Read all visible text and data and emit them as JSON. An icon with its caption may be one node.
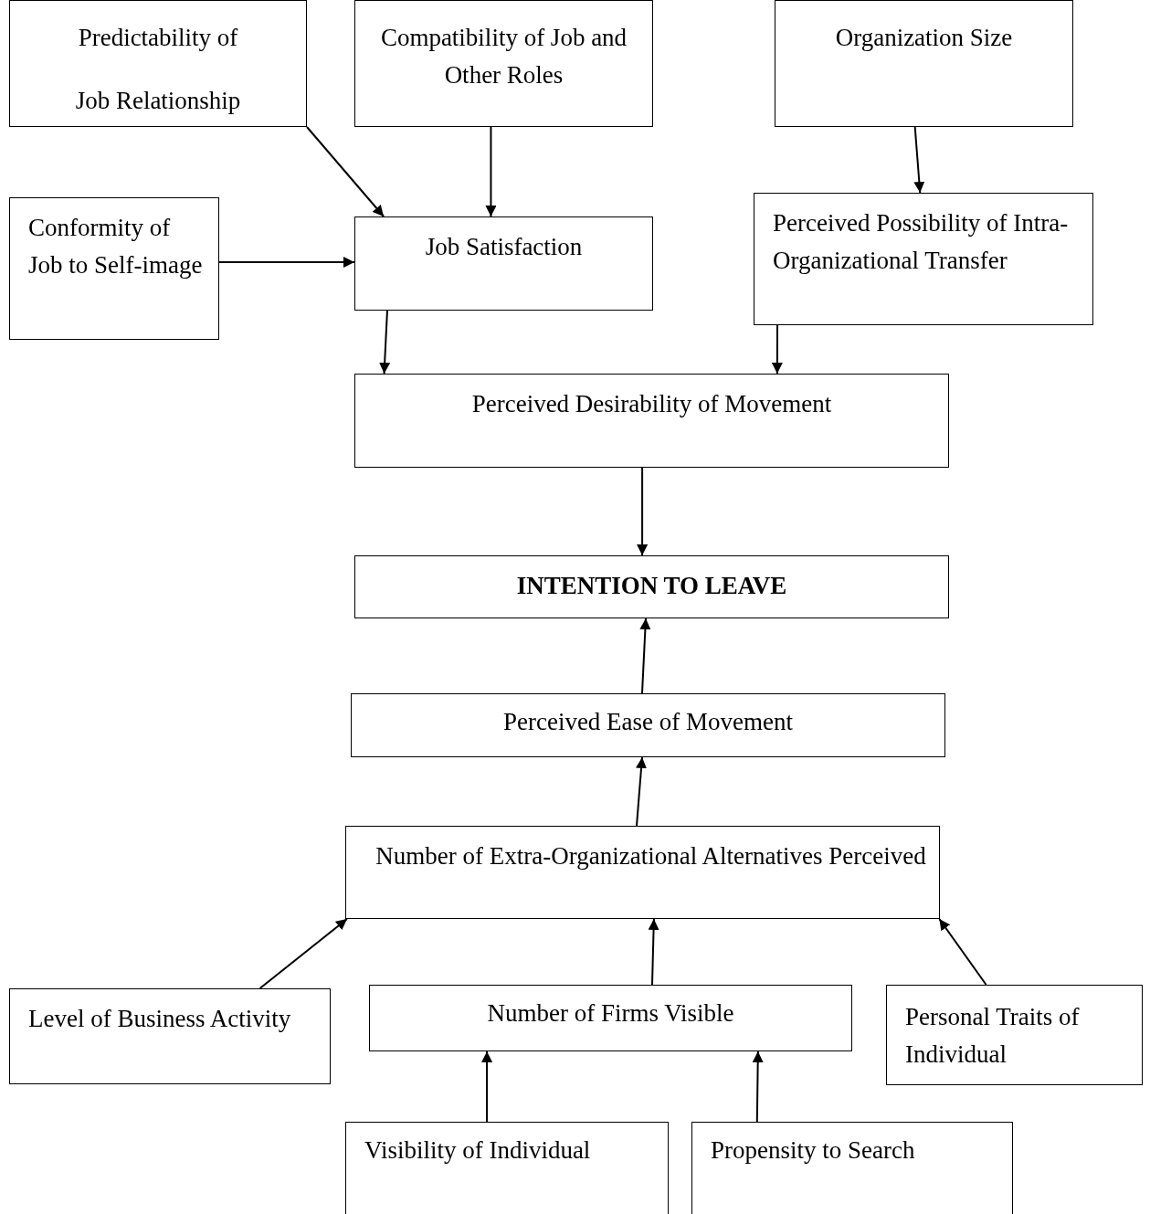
{
  "diagram": {
    "nodes": [
      {
        "text": [
          "Predictability of",
          "Job Relationship"
        ]
      },
      {
        "text": [
          "Compatibility of Job and Other Roles"
        ]
      },
      {
        "text": [
          "Organization Size"
        ]
      },
      {
        "text": [
          "Conformity of Job to Self-image"
        ]
      },
      {
        "text": [
          "Job Satisfaction"
        ]
      },
      {
        "text": [
          "Perceived Possibility of Intra-Organizational Transfer"
        ]
      },
      {
        "text": [
          "Perceived Desirability of Movement"
        ]
      },
      {
        "text": [
          "INTENTION TO LEAVE"
        ]
      },
      {
        "text": [
          "Perceived Ease of Movement"
        ]
      },
      {
        "text": [
          "Number of Extra-Organizational Alternatives Perceived"
        ]
      },
      {
        "text": [
          "Level of Business Activity"
        ]
      },
      {
        "text": [
          "Number of Firms Visible"
        ]
      },
      {
        "text": [
          "Personal Traits of Individual"
        ]
      },
      {
        "text": [
          "Visibility of Individual"
        ]
      },
      {
        "text": [
          "Propensity to Search"
        ]
      }
    ],
    "edges": [
      {
        "from": 0,
        "to": 4,
        "arrow": "to"
      },
      {
        "from": 1,
        "to": 4,
        "arrow": "to"
      },
      {
        "from": 2,
        "to": 5,
        "arrow": "to"
      },
      {
        "from": 3,
        "to": 4,
        "arrow": "to"
      },
      {
        "from": 4,
        "to": 6,
        "arrow": "to"
      },
      {
        "from": 5,
        "to": 6,
        "arrow": "to"
      },
      {
        "from": 6,
        "to": 7,
        "arrow": "to"
      },
      {
        "from": 8,
        "to": 7,
        "arrow": "to"
      },
      {
        "from": 9,
        "to": 8,
        "arrow": "to"
      },
      {
        "from": 10,
        "to": 9,
        "arrow": "to"
      },
      {
        "from": 11,
        "to": 9,
        "arrow": "to"
      },
      {
        "from": 12,
        "to": 9,
        "arrow": "to"
      },
      {
        "from": 13,
        "to": 11,
        "arrow": "to"
      },
      {
        "from": 14,
        "to": 11,
        "arrow": "to"
      }
    ]
  }
}
